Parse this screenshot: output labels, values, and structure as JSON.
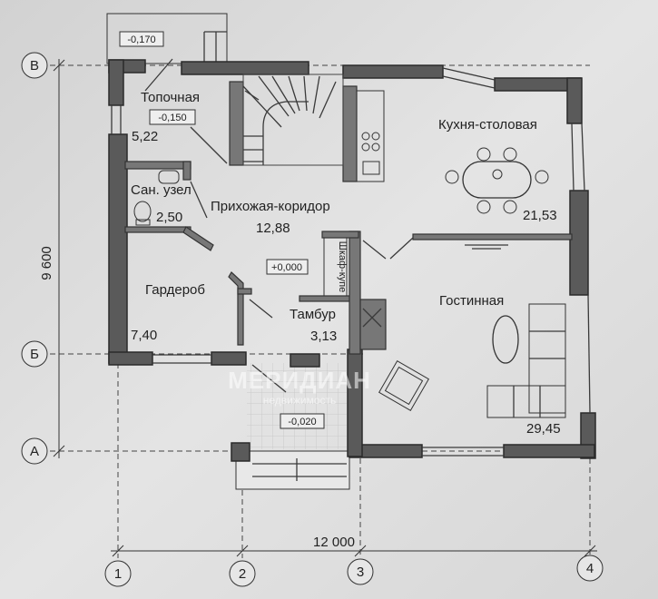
{
  "rooms": {
    "boiler": {
      "label": "Топочная",
      "area": "5,22",
      "level": "-0,150"
    },
    "bathroom": {
      "label": "Сан. узел",
      "area": "2,50"
    },
    "hall": {
      "label": "Прихожая-коридор",
      "area": "12,88",
      "level": "+0,000"
    },
    "kitchen": {
      "label": "Кухня-столовая",
      "area": "21,53"
    },
    "wardrobe": {
      "label": "Гардероб",
      "area": "7,40"
    },
    "vestibule": {
      "label": "Тамбур",
      "area": "3,13"
    },
    "living": {
      "label": "Гостинная",
      "area": "29,45"
    },
    "closet": {
      "label": "Шкаф-купе"
    }
  },
  "levels": {
    "entry_top": "-0,170",
    "porch": "-0,020"
  },
  "axes": {
    "rows": [
      "В",
      "Б",
      "А"
    ],
    "columns": [
      "1",
      "2",
      "3",
      "4"
    ]
  },
  "dimensions": {
    "height": "9 600",
    "width": "12 000"
  },
  "watermark": {
    "brand": "МЕРИДИАН",
    "sub": "недвижимость"
  }
}
